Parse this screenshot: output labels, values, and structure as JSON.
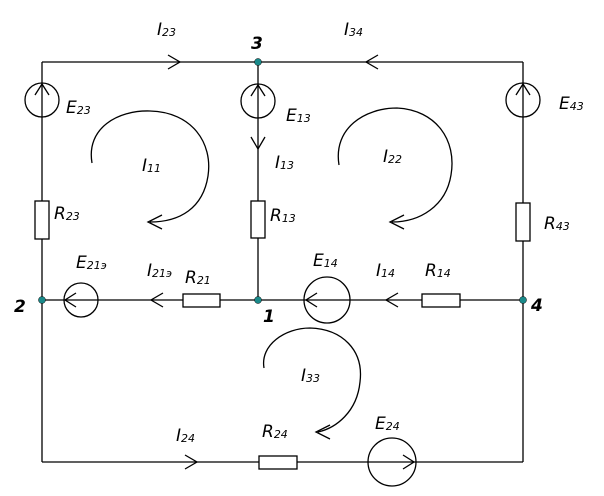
{
  "nodes": {
    "n1": "1",
    "n2": "2",
    "n3": "3",
    "n4": "4"
  },
  "currents": {
    "I23": {
      "main": "I",
      "sub": "23"
    },
    "I34": {
      "main": "I",
      "sub": "34"
    },
    "I13": {
      "main": "I",
      "sub": "13"
    },
    "I21e": {
      "main": "I",
      "sub": "21э"
    },
    "I14": {
      "main": "I",
      "sub": "14"
    },
    "I24": {
      "main": "I",
      "sub": "24"
    }
  },
  "loops": {
    "I11": {
      "main": "I",
      "sub": "11"
    },
    "I22": {
      "main": "I",
      "sub": "22"
    },
    "I33": {
      "main": "I",
      "sub": "33"
    }
  },
  "sources": {
    "E23": {
      "main": "E",
      "sub": "23"
    },
    "E13": {
      "main": "E",
      "sub": "13"
    },
    "E43": {
      "main": "E",
      "sub": "43"
    },
    "E21e": {
      "main": "E",
      "sub": "21э"
    },
    "E14": {
      "main": "E",
      "sub": "14"
    },
    "E24": {
      "main": "E",
      "sub": "24"
    }
  },
  "resistors": {
    "R23": {
      "main": "R",
      "sub": "23"
    },
    "R13": {
      "main": "R",
      "sub": "13"
    },
    "R43": {
      "main": "R",
      "sub": "43"
    },
    "R21": {
      "main": "R",
      "sub": "21"
    },
    "R14": {
      "main": "R",
      "sub": "14"
    },
    "R24": {
      "main": "R",
      "sub": "24"
    }
  }
}
